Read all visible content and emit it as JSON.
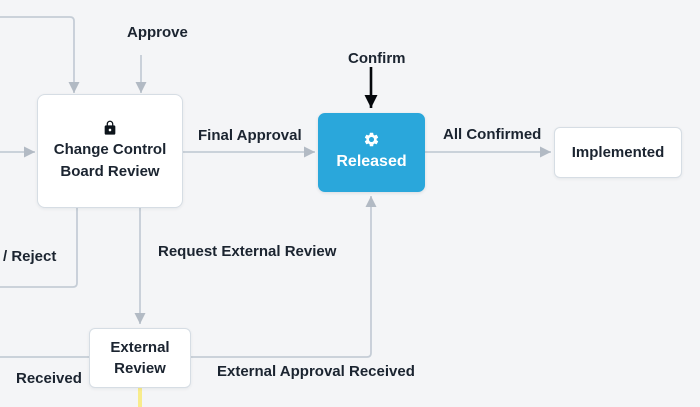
{
  "diagram": {
    "type": "workflow-state-diagram",
    "nodes": {
      "ccb_review": {
        "icon": "lock-icon",
        "line1": "Change Control",
        "line2": "Board Review",
        "state": "default"
      },
      "released": {
        "icon": "gear-icon",
        "label": "Released",
        "state": "active"
      },
      "implemented": {
        "label": "Implemented",
        "state": "default"
      },
      "external_review": {
        "line1": "External",
        "line2": "Review",
        "state": "default"
      }
    },
    "edges": {
      "approve": {
        "label": "Approve"
      },
      "reject": {
        "label": "/ Reject"
      },
      "final_approval": {
        "label": "Final Approval"
      },
      "confirm": {
        "label": "Confirm"
      },
      "all_confirmed": {
        "label": "All Confirmed"
      },
      "request_external_review": {
        "label": "Request External Review"
      },
      "received": {
        "label": "Received"
      },
      "external_approval_received": {
        "label": "External Approval Received"
      }
    },
    "colors": {
      "background": "#f4f5f7",
      "node_fill": "#ffffff",
      "node_border": "#d6dde4",
      "edge_line": "#c5cdd6",
      "edge_arrowhead": "#b2bac4",
      "text": "#1b2430",
      "active_node_fill": "#2aa7db",
      "active_node_text": "#ffffff",
      "confirm_arrow": "#05080c",
      "highlighted_edge": "#f8ec8c"
    }
  }
}
